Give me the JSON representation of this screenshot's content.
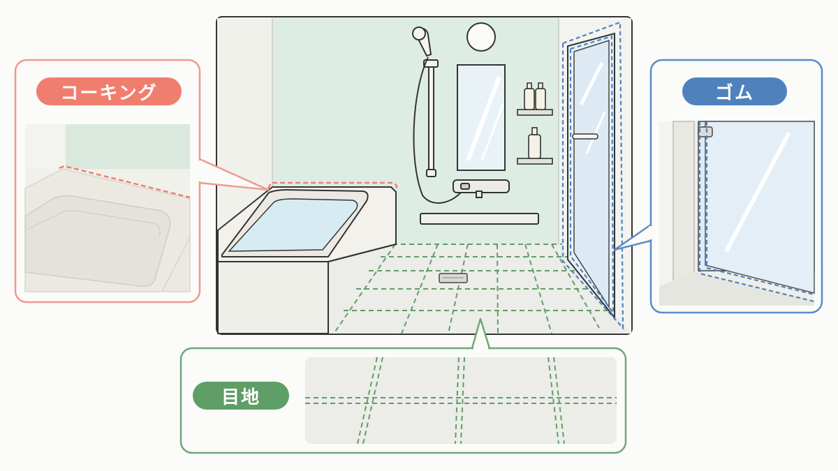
{
  "labels": {
    "caulking": "コーキング",
    "rubber": "ゴム",
    "grout": "目地"
  },
  "colors": {
    "caulking": "#f07e6e",
    "caulking_border": "#ef9a90",
    "rubber": "#4f82bd",
    "rubber_border": "#5b8cc7",
    "grout": "#5f9e66",
    "grout_border": "#6fa777",
    "wall": "#deede3",
    "wall_side": "#f4f4f0",
    "floor": "#eeeeea",
    "water": "#d7ebf2",
    "outline": "#3a3a3a"
  },
  "icons": [
    "shower-head-icon",
    "ceiling-light-icon",
    "bottle-icon",
    "mirror-icon",
    "faucet-icon",
    "drain-icon",
    "door-handle-icon"
  ]
}
